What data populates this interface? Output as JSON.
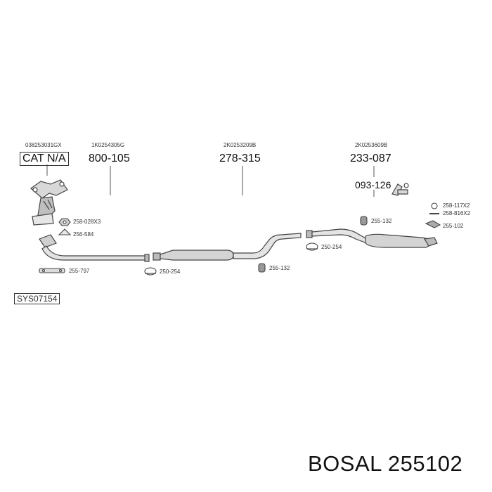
{
  "oem": {
    "o1": "038253031GX",
    "o2": "1K0254305G",
    "o3": "2K0253209B",
    "o4": "2K0253609B"
  },
  "parts": {
    "cat": "CAT N/A",
    "p800": "800-105",
    "p278": "278-315",
    "p233": "233-087",
    "p093": "093-126"
  },
  "small": {
    "s258_028": "258-028X3",
    "s256_584": "256-584",
    "s255_797": "255-797",
    "s250_254a": "250-254",
    "s255_132a": "255-132",
    "s250_254b": "250-254",
    "s255_132b": "255-132",
    "s258_117": "258-117X2",
    "s258_816": "258-816X2",
    "s255_102": "255-102"
  },
  "system_code": "SYS07154",
  "brand_label": "BOSAL 255102"
}
